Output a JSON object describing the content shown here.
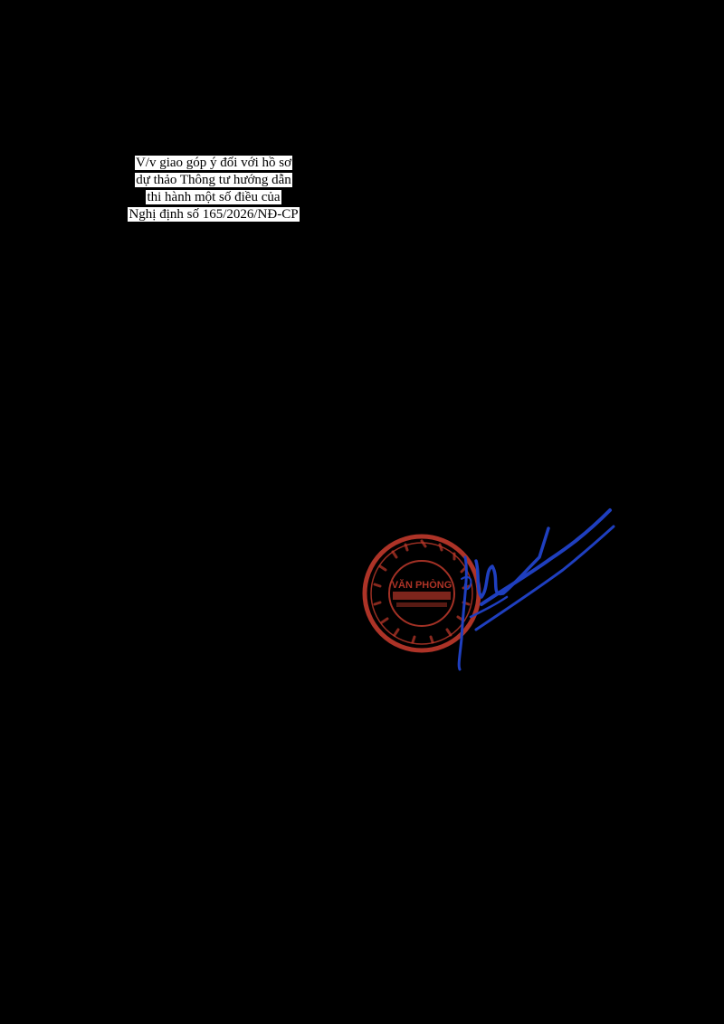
{
  "document": {
    "subject_lines": [
      "V/v giao góp ý đối với hồ sơ",
      "dự thảo Thông tư hướng dẫn",
      "thi hành một số điều của",
      "Nghị định số 165/2026/NĐ-CP"
    ]
  },
  "seal": {
    "color": "#c0392b",
    "inner_text": "VĂN PHÒNG"
  },
  "signature": {
    "color": "#1f3fbf"
  }
}
